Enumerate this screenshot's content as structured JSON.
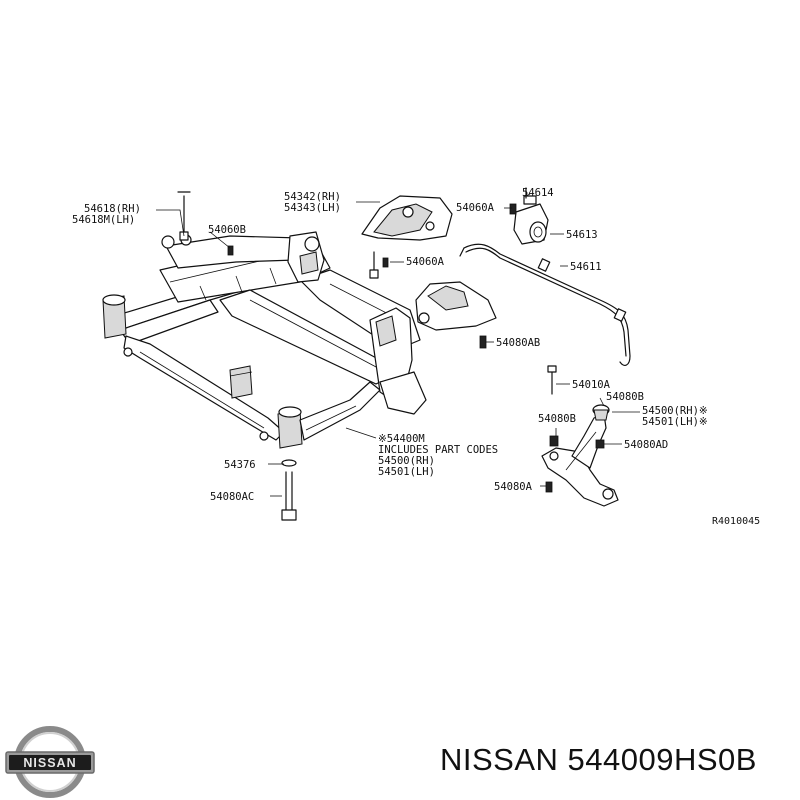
{
  "diagram": {
    "reference_code": "R4010045",
    "labels": {
      "p54618": "54618(RH)",
      "p54618m": "54618M(LH)",
      "p54060b": "54060B",
      "p54342": "54342(RH)",
      "p54343": "54343(LH)",
      "p54060a_top": "54060A",
      "p54614": "54614",
      "p54613": "54613",
      "p54060a_mid": "54060A",
      "p54611": "54611",
      "p54080ab": "54080AB",
      "p54010a": "54010A",
      "p54080b_r": "54080B",
      "p54500r": "54500(RH)※",
      "p54080b_l": "54080B",
      "p54501r": "54501(LH)※",
      "p54080ad": "54080AD",
      "p54080a": "54080A",
      "note1": "※54400M",
      "note2": "INCLUDES PART CODES",
      "note3": "54500(RH)",
      "note4": "54501(LH)",
      "p54376": "54376",
      "p54080ac": "54080AC"
    }
  },
  "brand": {
    "logo_text": "NISSAN",
    "caption": "NISSAN 544009HS0B"
  }
}
